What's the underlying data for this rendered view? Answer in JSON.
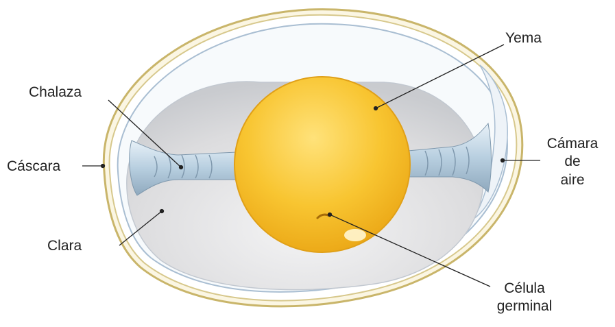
{
  "labels": {
    "yema": "Yema",
    "chalaza": "Chalaza",
    "cascara": "Cáscara",
    "clara": "Clara",
    "camara_line1": "Cámara",
    "camara_line2": "de",
    "camara_line3": "aire",
    "celula_line1": "Célula",
    "celula_line2": "germinal"
  },
  "colors": {
    "shell": "#c9b56a",
    "membrane": "#b7c8d8",
    "albumen": "#dcdcde",
    "yolk": "#f6bd2a",
    "yolk_light": "#ffe27a",
    "chalaza": "#b9cedd",
    "leader": "#222222"
  }
}
